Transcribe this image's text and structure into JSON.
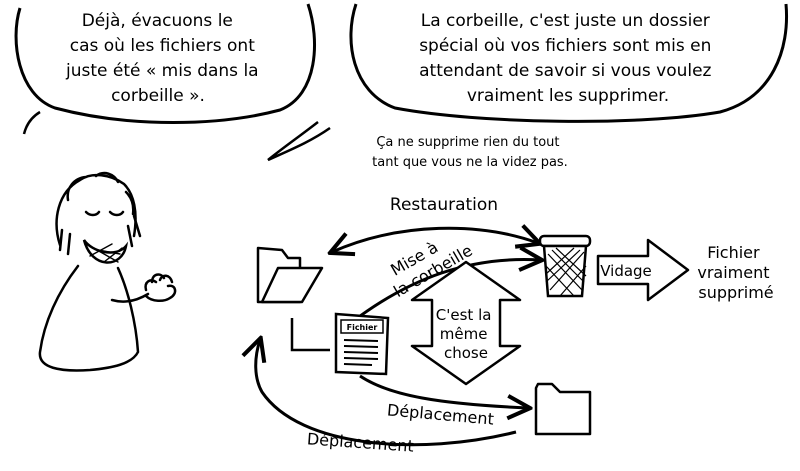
{
  "bubbles": {
    "left": {
      "lines": [
        "Déjà, évacuons le",
        "cas où les fichiers ont",
        "juste été « mis dans la",
        "corbeille »."
      ]
    },
    "right": {
      "lines": [
        "La corbeille, c'est juste un dossier",
        "spécial où vos fichiers sont mis en",
        "attendant de savoir si vous voulez",
        "vraiment les supprimer."
      ]
    }
  },
  "caption": {
    "lines": [
      "Ça ne supprime rien du tout",
      "tant que vous ne la videz pas."
    ]
  },
  "diagram": {
    "restauration": "Restauration",
    "mise_line1": "Mise à",
    "mise_line2": "la corbeille",
    "file_label": "Fichier",
    "same_line1": "C'est la",
    "same_line2": "même",
    "same_line3": "chose",
    "vidage": "Vidage",
    "result_line1": "Fichier",
    "result_line2": "vraiment",
    "result_line3": "supprimé",
    "deplacement_upper": "Déplacement",
    "deplacement_lower": "Déplacement"
  }
}
